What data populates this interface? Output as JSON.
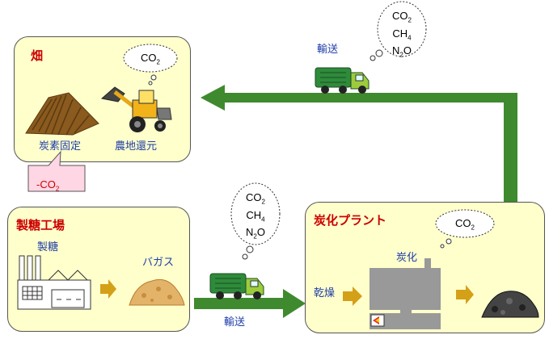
{
  "field": {
    "title": "畑",
    "carbon_fix_label": "炭素固定",
    "return_label": "農地還元",
    "cloud": [
      {
        "main": "CO",
        "sub": "2"
      }
    ]
  },
  "callout": {
    "text": "-CO",
    "sub": "2"
  },
  "sugar_plant": {
    "title": "製糖工場",
    "refining_label": "製糖",
    "bagasse_label": "バガス"
  },
  "carbonization_plant": {
    "title": "炭化プラント",
    "drying_label": "乾燥",
    "carbonization_label": "炭化",
    "cloud": [
      {
        "main": "CO",
        "sub": "2"
      }
    ]
  },
  "transport_top": {
    "label": "輸送",
    "cloud": [
      {
        "main": "CO",
        "sub": "2"
      },
      {
        "main": "CH",
        "sub": "4"
      },
      {
        "main": "N",
        "sub": "2",
        "post": "O"
      }
    ]
  },
  "transport_bottom": {
    "label": "輸送",
    "cloud": [
      {
        "main": "CO",
        "sub": "2"
      },
      {
        "main": "CH",
        "sub": "4"
      },
      {
        "main": "N",
        "sub": "2",
        "post": "O"
      }
    ]
  },
  "colors": {
    "box_fill": "#ffffcc",
    "arrow_green": "#3f8a2e",
    "title_red": "#cc0000",
    "label_blue": "#1f3ea8",
    "arrow_gold": "#d4a017"
  }
}
